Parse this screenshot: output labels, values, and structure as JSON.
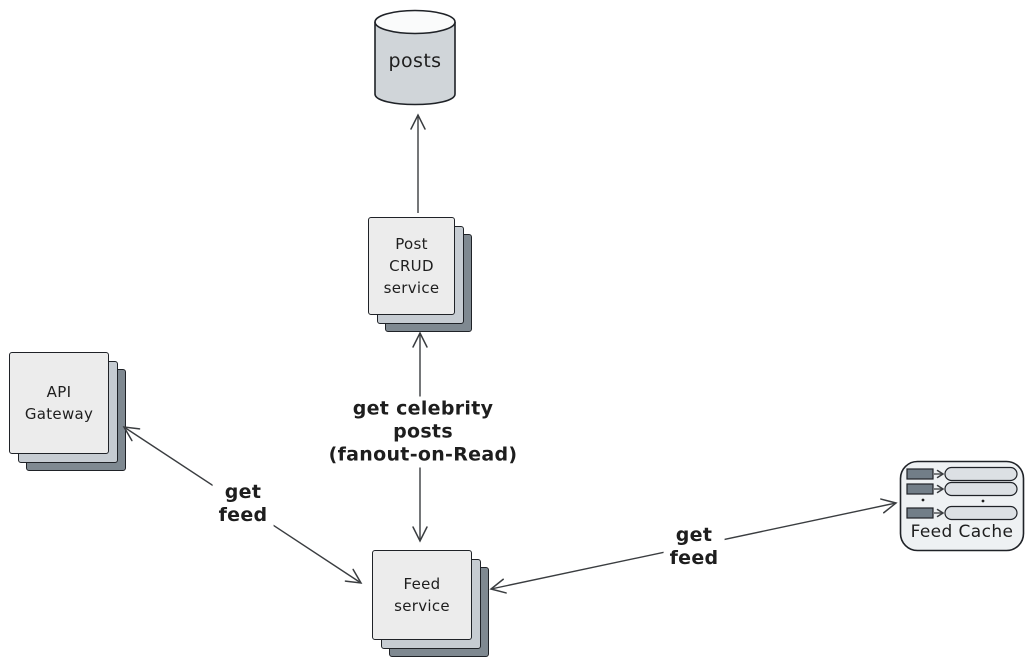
{
  "colors": {
    "background": "#ffffff",
    "stroke": "#1f2227",
    "arrow": "#3a3d40",
    "text": "#1e1e1e",
    "box_front": "#ececec",
    "box_mid": "#c6ccd2",
    "box_back": "#7f8991",
    "cylinder_body": "#d0d5d9",
    "cylinder_top": "#fafbfb",
    "cache_bg": "#eef1f3",
    "cache_key_fill": "#727e88",
    "cache_value_fill": "#dce0e4"
  },
  "nodes": {
    "posts_db": {
      "label": "posts",
      "shape": "database-cylinder"
    },
    "post_crud_service": {
      "label": "Post\nCRUD\nservice",
      "shape": "stacked-squares"
    },
    "api_gateway": {
      "label": "API\nGateway",
      "shape": "stacked-squares"
    },
    "feed_service": {
      "label": "Feed\nservice",
      "shape": "stacked-squares"
    },
    "feed_cache": {
      "label": "Feed Cache",
      "shape": "rounded-cache"
    }
  },
  "edges": {
    "post_crud_to_posts_db": {
      "label": "",
      "arrowheads": "end"
    },
    "feed_service_post_crud": {
      "label": "get celebrity\nposts\n(fanout-on-Read)",
      "arrowheads": "both"
    },
    "api_gateway_feed_service": {
      "label": "get\nfeed",
      "arrowheads": "both"
    },
    "feed_service_feed_cache": {
      "label": "get\nfeed",
      "arrowheads": "both"
    }
  }
}
